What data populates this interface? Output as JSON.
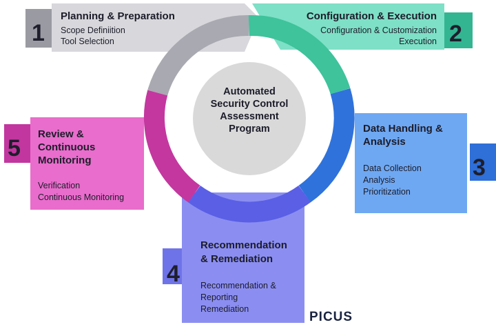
{
  "center": {
    "line1": "Automated",
    "line2": "Security Control",
    "line3": "Assessment",
    "line4": "Program"
  },
  "steps": [
    {
      "number": "1",
      "title": "Planning & Preparation",
      "items": [
        "Scope Definiition",
        "Tool Selection"
      ],
      "color": "#d8d8dc",
      "tab_color": "#9a9aa2"
    },
    {
      "number": "2",
      "title": "Configuration & Execution",
      "items": [
        "Configuration & Customization",
        "Execution"
      ],
      "color": "#7ee0c6",
      "tab_color": "#33b592"
    },
    {
      "number": "3",
      "title_line1": "Data Handling &",
      "title_line2": "Analysis",
      "items": [
        "Data Collection",
        "Analysis",
        "Prioritization"
      ],
      "color": "#6fa8f2",
      "tab_color": "#2e6fd8"
    },
    {
      "number": "4",
      "title_line1": "Recommendation",
      "title_line2": "& Remediation",
      "items": [
        "Recommendation &",
        "Reporting",
        "Remediation"
      ],
      "color": "#8b8ef0",
      "tab_color": "#6f73e8"
    },
    {
      "number": "5",
      "title_line1": "Review &",
      "title_line2": "Continuous",
      "title_line3": "Monitoring",
      "items": [
        "Verification",
        "Continuous Monitoring"
      ],
      "color": "#e96dcc",
      "tab_color": "#c2369f"
    }
  ],
  "logo": "PICUS"
}
